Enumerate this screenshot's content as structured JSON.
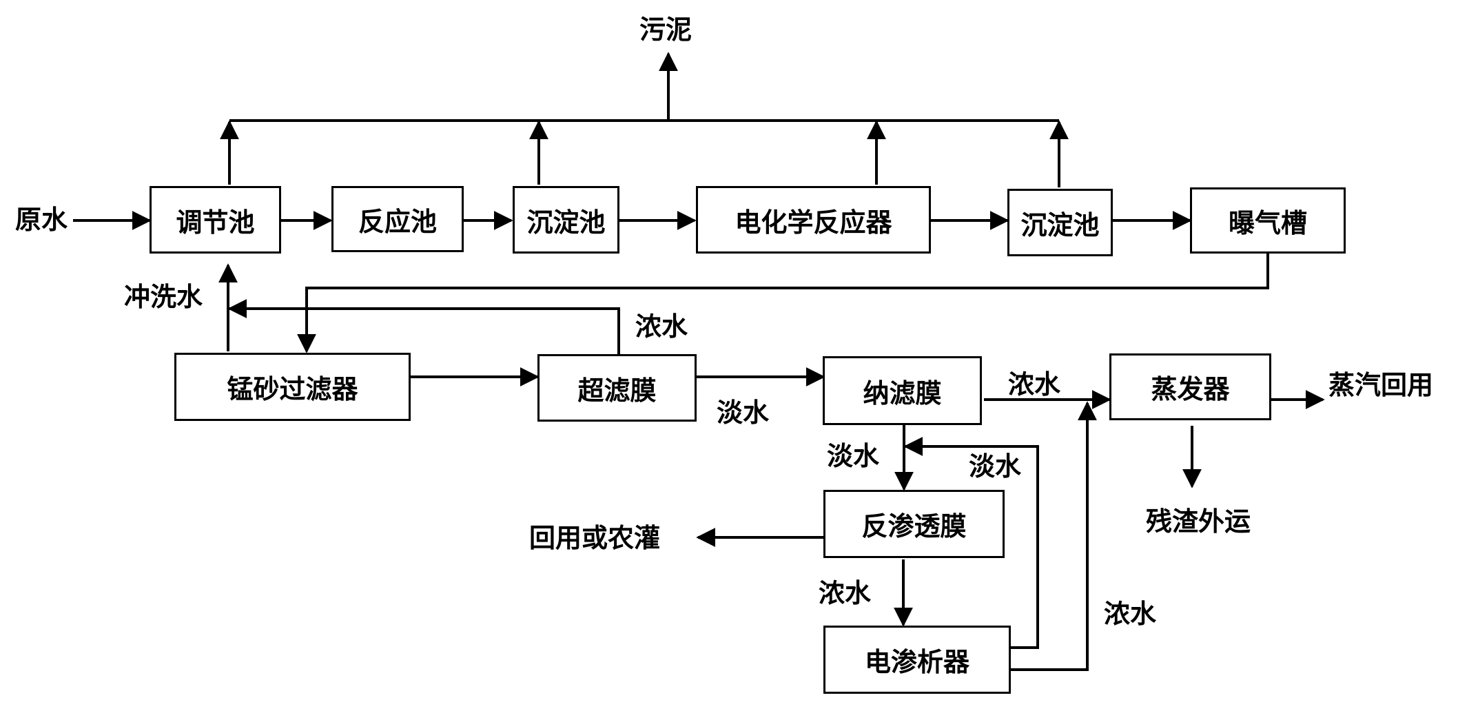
{
  "nodes": {
    "tiaojiechi": "调节池",
    "fanyingchi": "反应池",
    "chendianchi_1": "沉淀池",
    "dianhuaxue": "电化学反应器",
    "chendianchi_2": "沉淀池",
    "puqicao": "曝气槽",
    "mengsha": "锰砂过滤器",
    "chaolvmo": "超滤膜",
    "nalvmo": "纳滤膜",
    "zhengfaqi": "蒸发器",
    "fanshentoumo": "反渗透膜",
    "dianshenxiqi": "电渗析器"
  },
  "labels": {
    "wuni": "污泥",
    "yuanshui": "原水",
    "chongxishui": "冲洗水",
    "nongshui_uf": "浓水",
    "danshui_uf": "淡水",
    "nongshui_nf": "浓水",
    "zhengqi": "蒸汽回用",
    "danshui_nf": "淡水",
    "danshui_ed": "淡水",
    "huiyong": "回用或农灌",
    "canzha": "残渣外运",
    "nongshui_ro": "浓水",
    "nongshui_ed": "浓水"
  }
}
